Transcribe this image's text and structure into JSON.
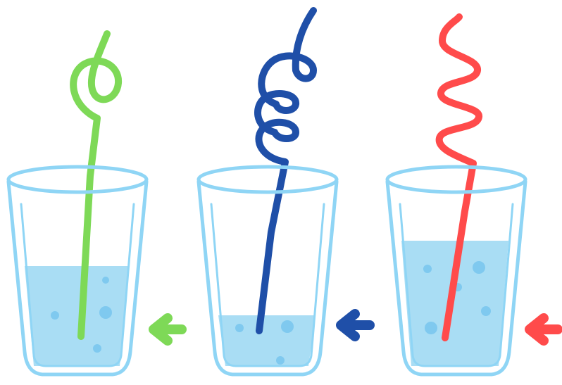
{
  "colors": {
    "background": "#ffffff",
    "glass_outline": "#8fd5f5",
    "water": "#a9ddf4",
    "bubble": "#7fc9ef"
  },
  "glasses": [
    {
      "id": "glass-1",
      "straw_color": "#7ed957",
      "straw_shape": "loop",
      "arrow_icon": "left-arrow-icon",
      "arrow_color": "#7ed957",
      "water_level": 0.62
    },
    {
      "id": "glass-2",
      "straw_color": "#1f4fa8",
      "straw_shape": "coil",
      "arrow_icon": "left-arrow-icon",
      "arrow_color": "#1f4fa8",
      "water_level": 0.3
    },
    {
      "id": "glass-3",
      "straw_color": "#ff4b4b",
      "straw_shape": "zigzag",
      "arrow_icon": "left-arrow-icon",
      "arrow_color": "#ff4b4b",
      "water_level": 0.78
    }
  ]
}
